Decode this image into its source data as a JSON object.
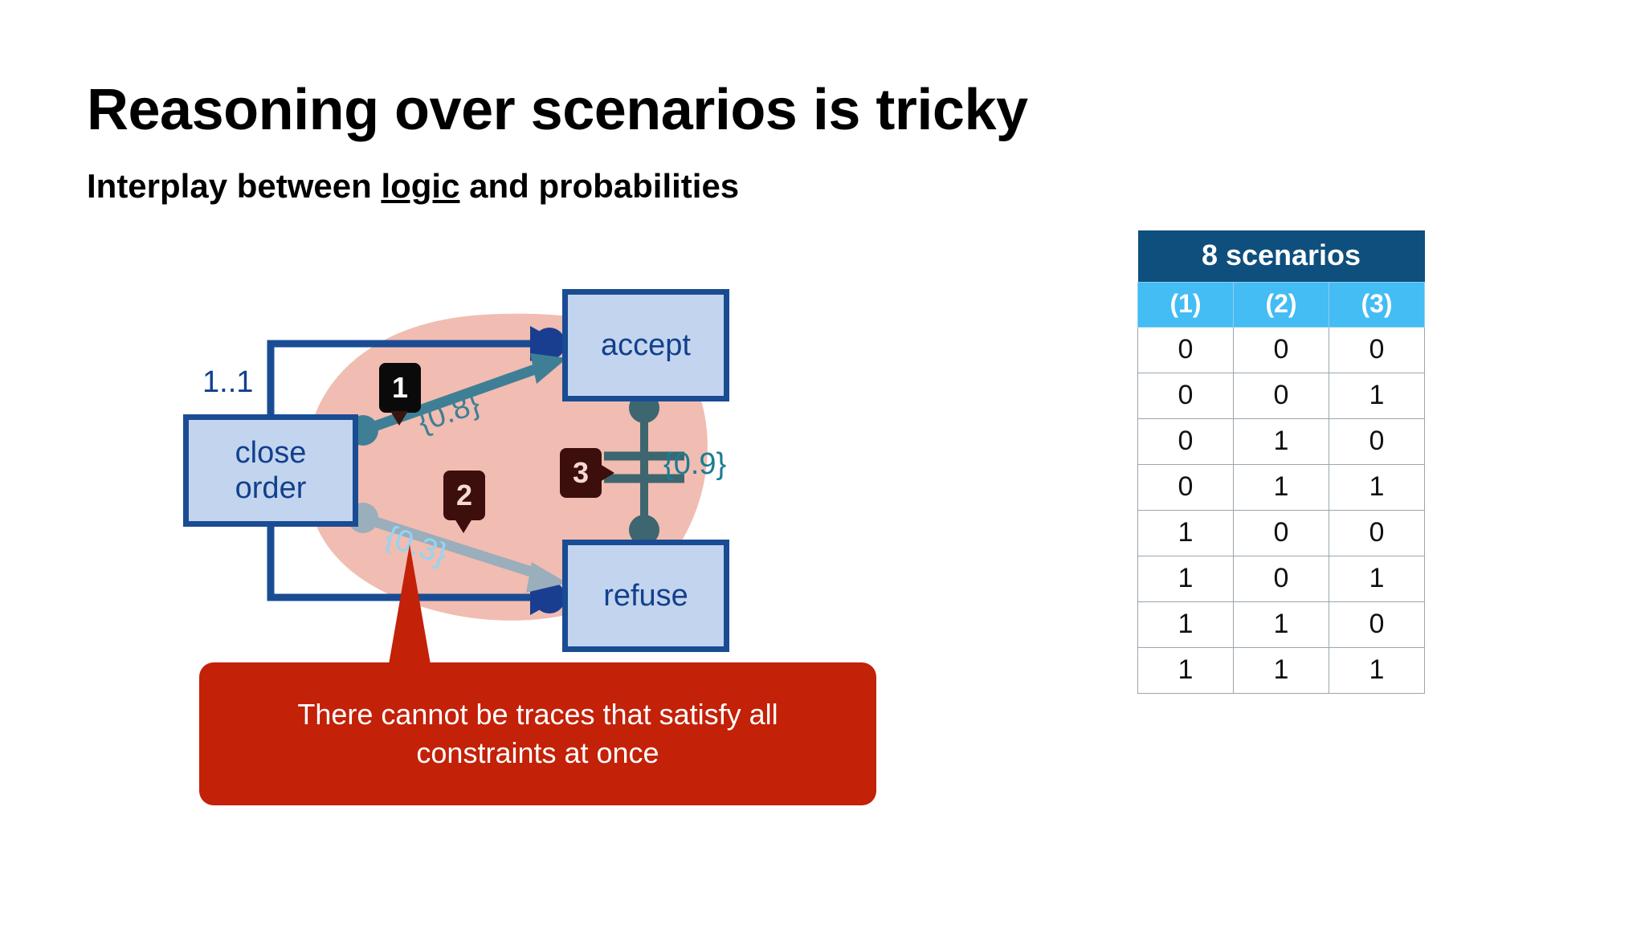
{
  "slide": {
    "title": "Reasoning over scenarios is tricky",
    "subtitle_before": "Interplay between ",
    "subtitle_underlined": "logic",
    "subtitle_after": " and probabilities"
  },
  "diagram": {
    "nodes": [
      {
        "id": "close-order",
        "label": "close\norder"
      },
      {
        "id": "accept",
        "label": "accept"
      },
      {
        "id": "refuse",
        "label": "refuse"
      }
    ],
    "cardinality_label": "1..1",
    "badges": [
      {
        "id": "badge-1",
        "label": "1"
      },
      {
        "id": "badge-2",
        "label": "2"
      },
      {
        "id": "badge-3",
        "label": "3"
      }
    ],
    "probability_labels": [
      {
        "id": "prob-08",
        "text": "{0.8}",
        "color": "#3f7f96"
      },
      {
        "id": "prob-03",
        "text": "{0.3}",
        "color": "#8fd6f5"
      },
      {
        "id": "prob-09",
        "text": "{0.9}",
        "color": "#1a7d92"
      }
    ],
    "colors": {
      "node_fill": "#c3d5ee",
      "node_border": "#1a4c94",
      "node_text": "#12408c",
      "blob_fill": "#f0b8ad",
      "connector_08": "#3f7f96",
      "connector_03": "#9aaebb",
      "connector_09": "#3d6670",
      "callout_red": "#c32108"
    }
  },
  "callout": {
    "text": "There cannot be traces that satisfy all constraints at once"
  },
  "table": {
    "title": "8 scenarios",
    "columns": [
      "(1)",
      "(2)",
      "(3)"
    ],
    "rows": [
      [
        "0",
        "0",
        "0"
      ],
      [
        "0",
        "0",
        "1"
      ],
      [
        "0",
        "1",
        "0"
      ],
      [
        "0",
        "1",
        "1"
      ],
      [
        "1",
        "0",
        "0"
      ],
      [
        "1",
        "0",
        "1"
      ],
      [
        "1",
        "1",
        "0"
      ],
      [
        "1",
        "1",
        "1"
      ]
    ],
    "colors": {
      "title_bg": "#0e4f7d",
      "col_head_bg": "#44bcf4",
      "cell_bg": "#ffffff"
    }
  }
}
